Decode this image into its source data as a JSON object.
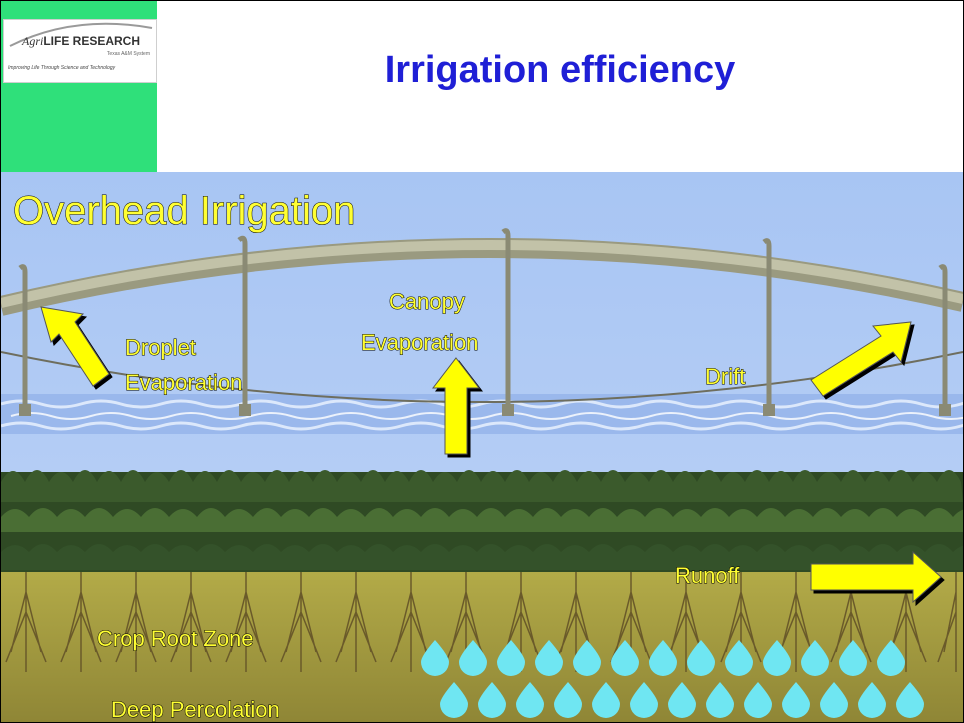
{
  "logo": {
    "brand_prefix": "Agri",
    "brand_name": "LIFE RESEARCH",
    "system": "Texas A&M System",
    "tagline": "Improving Life Through Science and Technology"
  },
  "slide": {
    "title": "Irrigation efficiency"
  },
  "diagram": {
    "heading": "Overhead Irrigation",
    "labels": {
      "droplet_evaporation": [
        "Droplet",
        "Evaporation"
      ],
      "canopy_evaporation": [
        "Canopy",
        "Evaporation"
      ],
      "drift": "Drift",
      "runoff": "Runoff",
      "crop_root_zone": "Crop Root Zone",
      "deep_percolation": "Deep Percolation"
    },
    "colors": {
      "sky": "#a9c6f3",
      "soil": "#a69d3c",
      "foliage": "#2f4a24",
      "arrow": "#ffff00",
      "label_text": "#ffff33",
      "water_drop": "#6fe6f2",
      "pipe": "#b3b39a"
    }
  }
}
